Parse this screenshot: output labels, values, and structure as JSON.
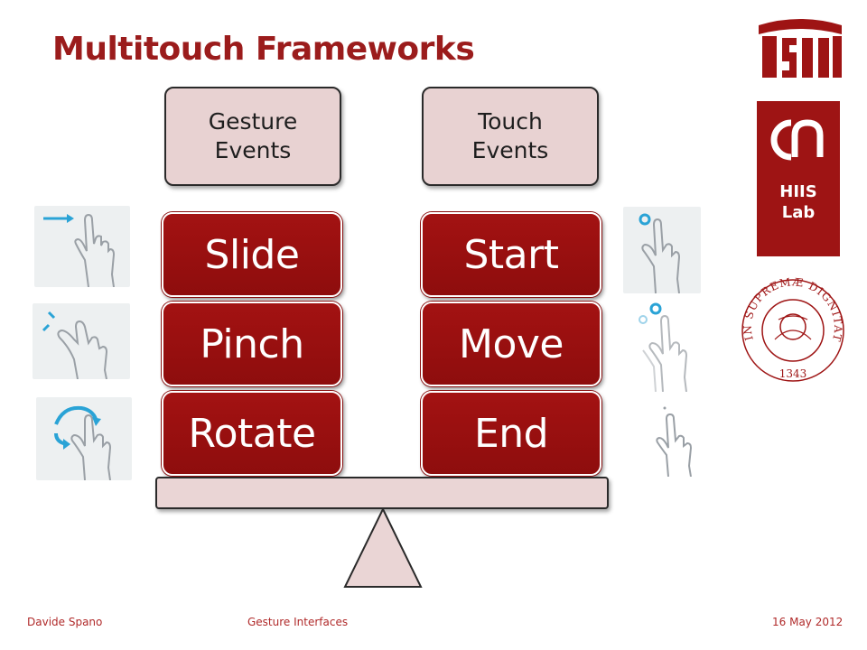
{
  "slide": {
    "title": "Multitouch Frameworks",
    "gesture_header": "Gesture\nEvents",
    "touch_header": "Touch\nEvents",
    "gesture_events": [
      "Slide",
      "Pinch",
      "Rotate"
    ],
    "touch_events": [
      "Start",
      "Move",
      "End"
    ]
  },
  "logos": {
    "cnr_label": "HIIS\nLab",
    "seal_text": "IN SUPREMÆ DIGNITATIS",
    "seal_year": "1343"
  },
  "footer": {
    "author": "Davide Spano",
    "course": "Gesture Interfaces",
    "date": "16 May 2012"
  },
  "colors": {
    "title": "#9b1c1c",
    "event_box": "#9e1010",
    "header_box": "#e8d2d2",
    "gesture_icon": "#2aa3d6"
  },
  "icons": [
    "slide-gesture-icon",
    "pinch-gesture-icon",
    "rotate-gesture-icon",
    "touch-start-icon",
    "touch-move-icon",
    "touch-end-icon"
  ]
}
